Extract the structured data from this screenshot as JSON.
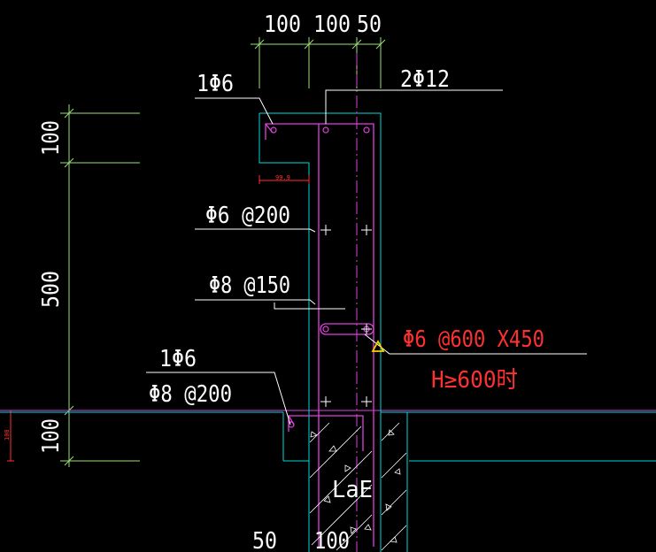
{
  "labels": {
    "dim_top_1": "100",
    "dim_top_2": "100",
    "dim_top_3": "50",
    "rebar_top_left": "1Φ6",
    "rebar_top_right": "2Φ12",
    "dim_left_1": "100",
    "dim_left_2": "500",
    "dim_left_3": "100",
    "small_dim_red": "99.9",
    "small_dim_left_red": "100",
    "stirrup_1": "Φ6 @200",
    "stirrup_2": "Φ8 @150",
    "tie_note_1": "Φ6 @600 X450",
    "tie_note_2": "H≥600时",
    "rebar_bottom_1": "1Φ6",
    "rebar_bottom_2": "Φ8 @200",
    "anchorage": "LaE",
    "dim_bottom_1": "50",
    "dim_bottom_2": "100"
  },
  "colors": {
    "background": "#000000",
    "dim_green": "#9adf7a",
    "outline_cyan": "#00d8d8",
    "rebar_magenta": "#e040e0",
    "annotation_white": "#ffffff",
    "annotation_red": "#ff3030",
    "marker_yellow": "#ffd000"
  }
}
